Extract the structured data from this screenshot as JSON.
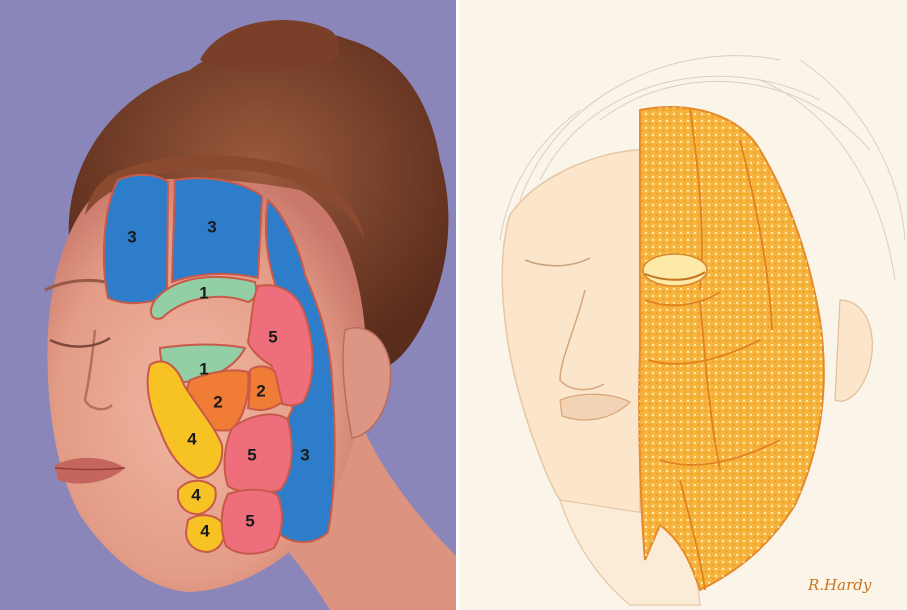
{
  "left_panel": {
    "background": "#8a86b9",
    "zone_colors": {
      "1": "#93cfa4",
      "2": "#f07c35",
      "3": "#2e7dcb",
      "4": "#f7c223",
      "5": "#ef6e7c"
    },
    "zones": [
      {
        "id": "forehead-left",
        "label": "3"
      },
      {
        "id": "forehead-right",
        "label": "3"
      },
      {
        "id": "temporal",
        "label": "3"
      },
      {
        "id": "upper-orbital",
        "label": "1"
      },
      {
        "id": "lower-orbital",
        "label": "1"
      },
      {
        "id": "lateral-temporal-cheek",
        "label": "5"
      },
      {
        "id": "medial-cheek",
        "label": "2"
      },
      {
        "id": "middle-cheek",
        "label": "2"
      },
      {
        "id": "nasolabial",
        "label": "4"
      },
      {
        "id": "mid-cheek",
        "label": "5"
      },
      {
        "id": "jowl-upper",
        "label": "4"
      },
      {
        "id": "jowl-lower",
        "label": "4"
      },
      {
        "id": "lateral-jowl",
        "label": "5"
      }
    ]
  },
  "right_panel": {
    "background": "#fbf4e8",
    "fat_color": "#f6b43c",
    "signature": "R.Hardy"
  }
}
